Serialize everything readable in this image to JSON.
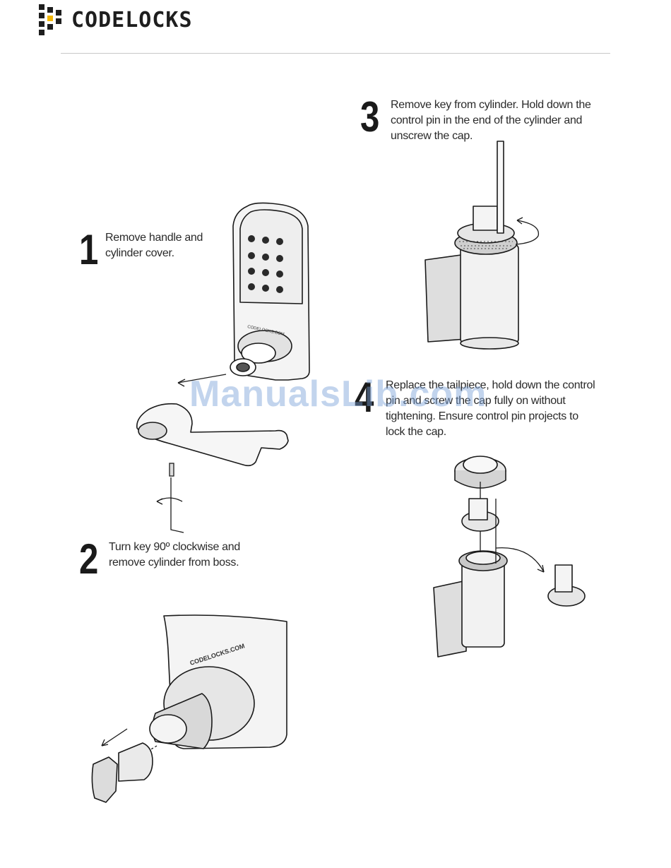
{
  "header": {
    "brand": "CODELOCKS"
  },
  "steps": [
    {
      "number": "1",
      "text": "Remove handle and cylinder cover."
    },
    {
      "number": "2",
      "text": "Turn key 90º clockwise and remove cylinder from boss."
    },
    {
      "number": "3",
      "text": "Remove key from cylinder. Hold down the control pin in the end of the cylinder and unscrew the cap."
    },
    {
      "number": "4",
      "text": "Replace the tailpiece, hold down the control pin and screw the cap fully on without tightening. Ensure control pin projects to lock the cap."
    }
  ],
  "illustrations": {
    "lock_label": "CODELOCKS.COM"
  },
  "watermark": "ManualsLib.com",
  "colors": {
    "brand_accent": "#f2b705",
    "brand_dark": "#1e1e1e",
    "watermark": "#78a0d7"
  }
}
